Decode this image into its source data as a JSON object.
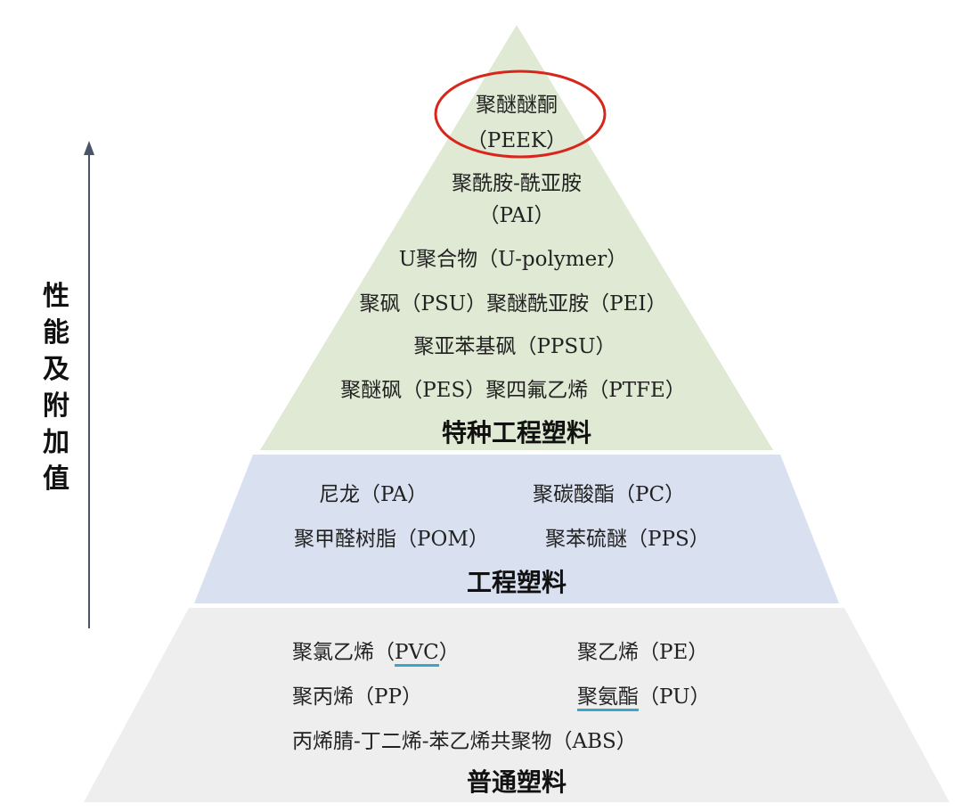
{
  "axis_label": "性能及附加值",
  "colors": {
    "special_tier": "#dfe9d3",
    "engineering_tier": "#d9e1f1",
    "general_tier": "#eeeeee",
    "highlight": "#d9261c",
    "underline": "#3aa7c8",
    "arrow": "#4a5468"
  },
  "special": {
    "title": "特种工程塑料",
    "highlight_name": "聚醚醚酮",
    "highlight_abbr": "（PEEK）",
    "lines": [
      "聚酰胺-酰亚胺",
      "（PAI）",
      "U聚合物（U-polymer）",
      "聚砜（PSU）聚醚酰亚胺（PEI）",
      "聚亚苯基砜（PPSU）",
      "聚醚砜（PES）聚四氟乙烯（PTFE）"
    ]
  },
  "engineering": {
    "title": "工程塑料",
    "items": [
      "尼龙（PA）",
      "聚碳酸酯（PC）",
      "聚甲醛树脂（POM）",
      "聚苯硫醚（PPS）"
    ]
  },
  "general": {
    "title": "普通塑料",
    "pvc_name": "聚氯乙烯（",
    "pvc_abbr": "PVC",
    "pvc_close": "）",
    "pe": "聚乙烯（PE）",
    "pp": "聚丙烯（PP）",
    "pu_name": "聚氨酯",
    "pu_abbr": "（PU）",
    "abs": "丙烯腈-丁二烯-苯乙烯共聚物（ABS）"
  }
}
